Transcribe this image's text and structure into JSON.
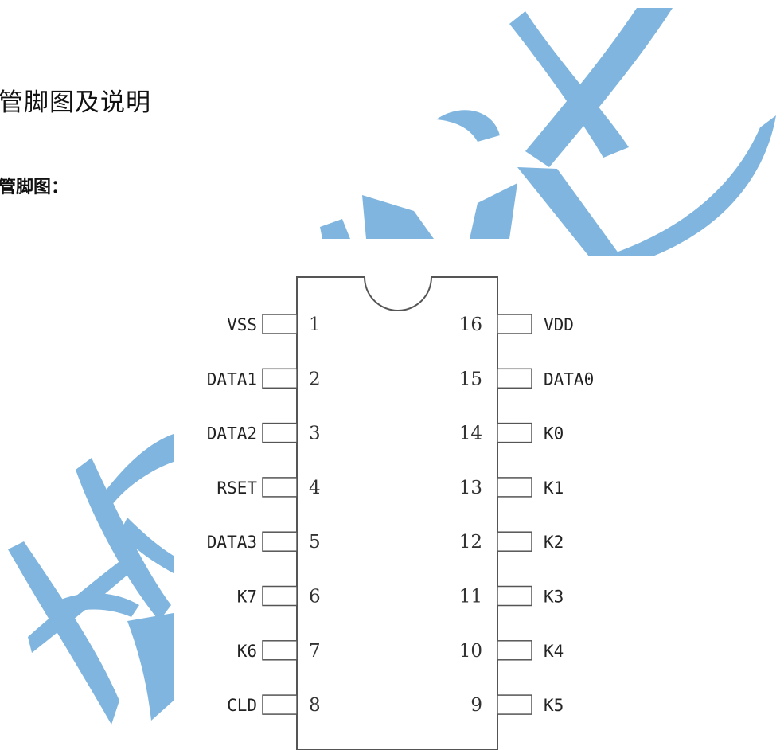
{
  "section_title": "管脚图及说明",
  "subsection_title": "管脚图：",
  "chip": {
    "left_pins": [
      {
        "number": "1",
        "name": "VSS"
      },
      {
        "number": "2",
        "name": "DATA1"
      },
      {
        "number": "3",
        "name": "DATA2"
      },
      {
        "number": "4",
        "name": "RSET"
      },
      {
        "number": "5",
        "name": "DATA3"
      },
      {
        "number": "6",
        "name": "K7"
      },
      {
        "number": "7",
        "name": "K6"
      },
      {
        "number": "8",
        "name": "CLD"
      }
    ],
    "right_pins": [
      {
        "number": "16",
        "name": "VDD"
      },
      {
        "number": "15",
        "name": "DATA0"
      },
      {
        "number": "14",
        "name": "K0"
      },
      {
        "number": "13",
        "name": "K1"
      },
      {
        "number": "12",
        "name": "K2"
      },
      {
        "number": "11",
        "name": "K3"
      },
      {
        "number": "10",
        "name": "K4"
      },
      {
        "number": "9",
        "name": "K5"
      }
    ]
  },
  "colors": {
    "watermark": "#7fb5de",
    "outline": "#555555",
    "text": "#222222"
  }
}
